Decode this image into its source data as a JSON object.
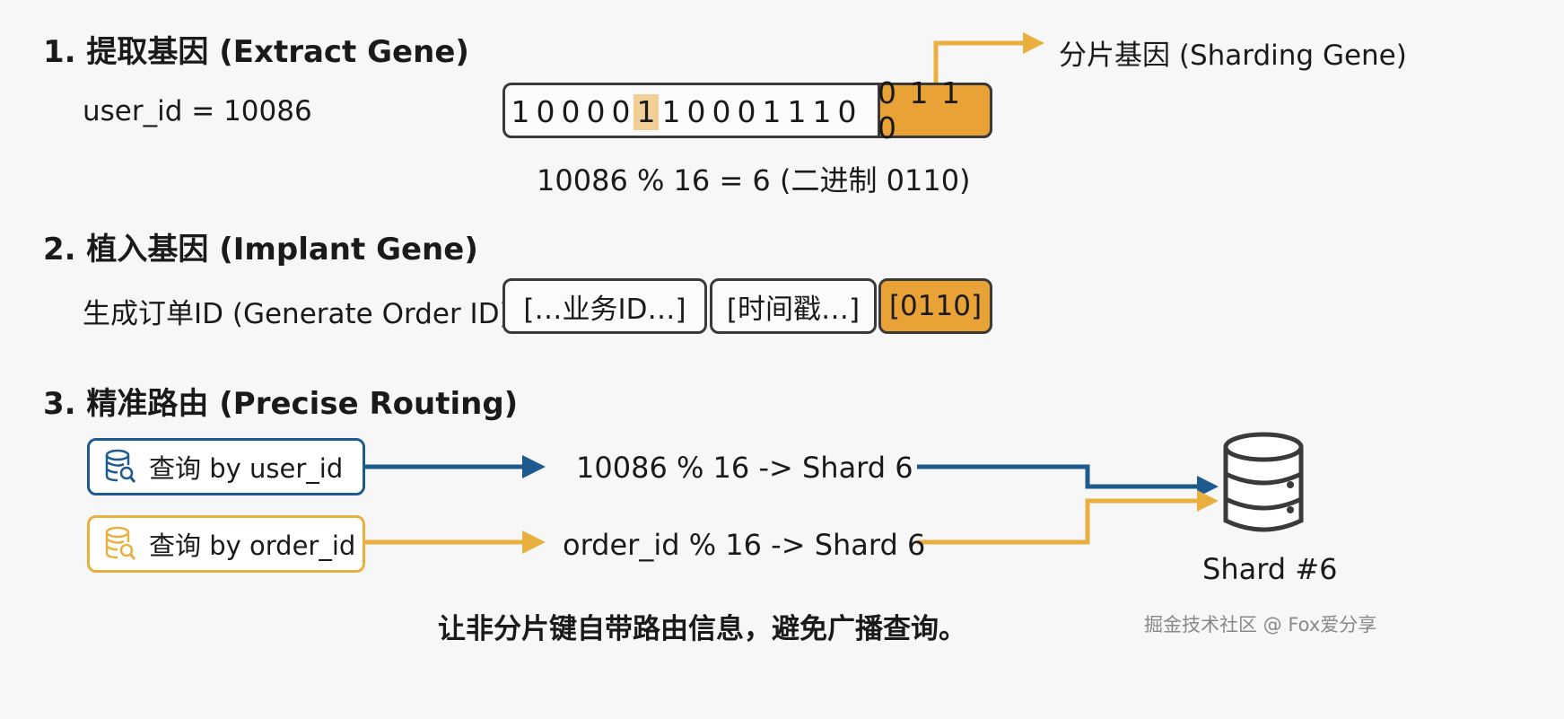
{
  "section1": {
    "heading": "1. 提取基因 (Extract Gene)",
    "user_id_label": "user_id = 10086",
    "bits_main": [
      "1",
      "0",
      "0",
      "0",
      "0",
      "1",
      "1",
      "0",
      "0",
      "0",
      "1",
      "1",
      "1",
      "0"
    ],
    "highlighted_bit_index": 5,
    "bits_gene": "0 1 1 0",
    "gene_arrow_label": "分片基因 (Sharding Gene)",
    "formula": "10086 % 16 = 6 (二进制 0110)"
  },
  "section2": {
    "heading": "2. 植入基因 (Implant Gene)",
    "label": "生成订单ID (Generate Order ID)",
    "segments": [
      "[…业务ID…]",
      "[时间戳…]",
      "[0110]"
    ]
  },
  "section3": {
    "heading": "3. 精准路由 (Precise Routing)",
    "query_user": "查询 by user_id",
    "query_order": "查询 by order_id",
    "route_user": "10086 % 16 -> Shard 6",
    "route_order": "order_id % 16 -> Shard 6",
    "shard_label": "Shard #6"
  },
  "footer": "让非分片键自带路由信息，避免广播查询。",
  "watermark": "掘金技术社区 @ Fox爱分享",
  "colors": {
    "orange": "#e9a236",
    "highlight": "#f2cf96",
    "blue": "#1e5a8e",
    "yellow": "#e9b040",
    "border": "#3a3a3a"
  },
  "icons": {
    "database": "database-icon",
    "query": "database-search-icon"
  }
}
